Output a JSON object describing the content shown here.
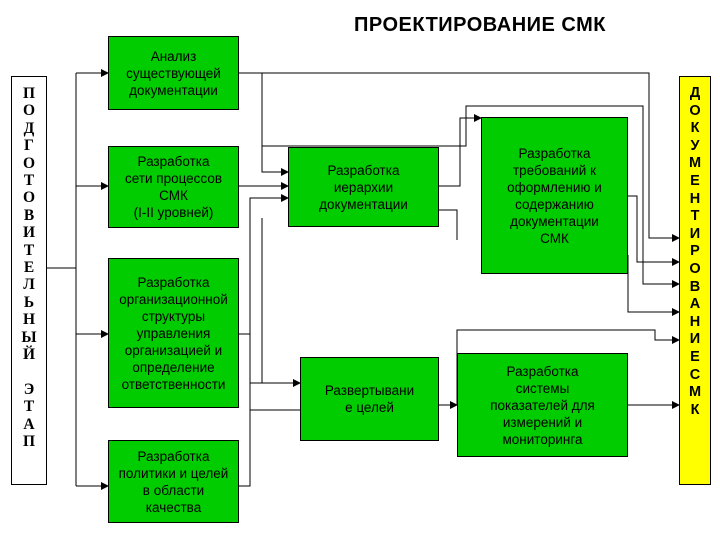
{
  "title": "ПРОЕКТИРОВАНИЕ СМК",
  "left_bar": "П\nО\nД\nГ\nО\nТ\nО\nВ\nИ\nТ\nЕ\nЛ\nЬ\nН\nЫ\nЙ\n\nЭ\nТ\nА\nП",
  "right_bar": "Д\nО\nК\nУ\nМ\nЕ\nН\nТ\nИ\nР\nО\nВ\nА\nН\nИ\nЕ\nС\nМ\nК",
  "boxes": {
    "analysis": "Анализ\nсуществующей\nдокументации",
    "process_network": "Разработка\nсети процессов\nСМК\n(I-II уровней)",
    "org_structure": "Разработка\nорганизационной\nструктуры\nуправления\nорганизацией и\nопределение\nответственности",
    "policy_goals": "Разработка\nполитики и целей\nв области\nкачества",
    "doc_hierarchy": "Разработка\nиерархии\nдокументации",
    "doc_requirements": "Разработка\nтребований к\nоформлению и\nсодержанию\nдокументации\nСМК",
    "goal_deployment": "Развертывани\nе целей",
    "indicators": "Разработка\nсистемы\nпоказателей для\nизмерений и\nмониторинга"
  }
}
